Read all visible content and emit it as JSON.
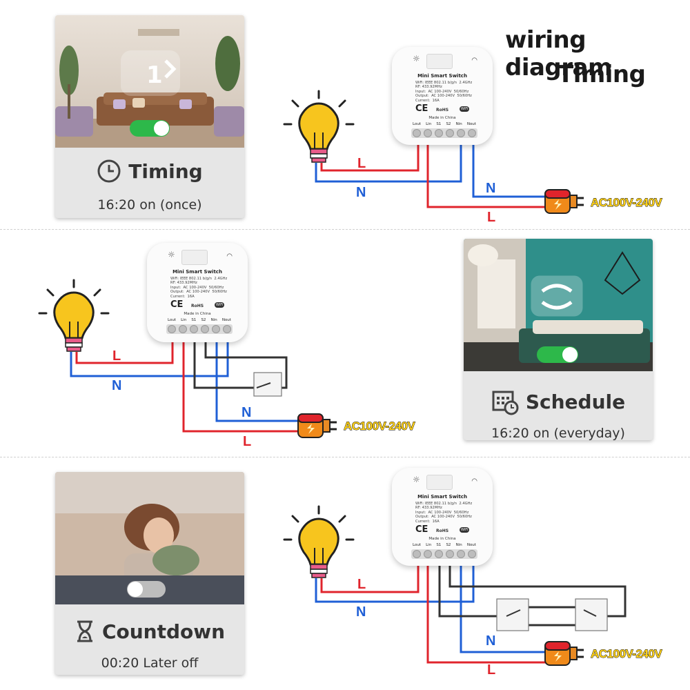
{
  "header": {
    "line1": "wiring diagram",
    "line2": "Timing"
  },
  "cards": {
    "timing": {
      "label": "Timing",
      "caption": "16:20 on (once)",
      "icon": "clock-icon"
    },
    "schedule": {
      "label": "Schedule",
      "caption": "16:20 on (everyday)",
      "icon": "calendar-clock-icon"
    },
    "countdown": {
      "label": "Countdown",
      "caption": "00:20 Later off",
      "icon": "hourglass-icon"
    }
  },
  "module": {
    "title": "Mini Smart Switch",
    "specs": "WiFi: IEEE 802.11 b/g/n  2.4GHz\nRF: 433.92MHz\nInput:  AC 100-240V  50/60Hz\nOutput:  AC 100-240V  50/60Hz\nCurrent:  16A",
    "ce": "CE",
    "rohs": "RoHS",
    "wifi": "WiFi",
    "made": "Made in China",
    "terminals": [
      "Lout",
      "Lin",
      "S1",
      "S2",
      "Nin",
      "Nout"
    ]
  },
  "wires": {
    "live": "L",
    "neutral": "N"
  },
  "power": {
    "label": "AC100V-240V"
  },
  "colors": {
    "live": "#e0242c",
    "neutral": "#1f5fd6",
    "switch_wire": "#333333",
    "bulb": "#f7c51e",
    "plug": "#f08a1a",
    "accent_green": "#2db84a"
  }
}
